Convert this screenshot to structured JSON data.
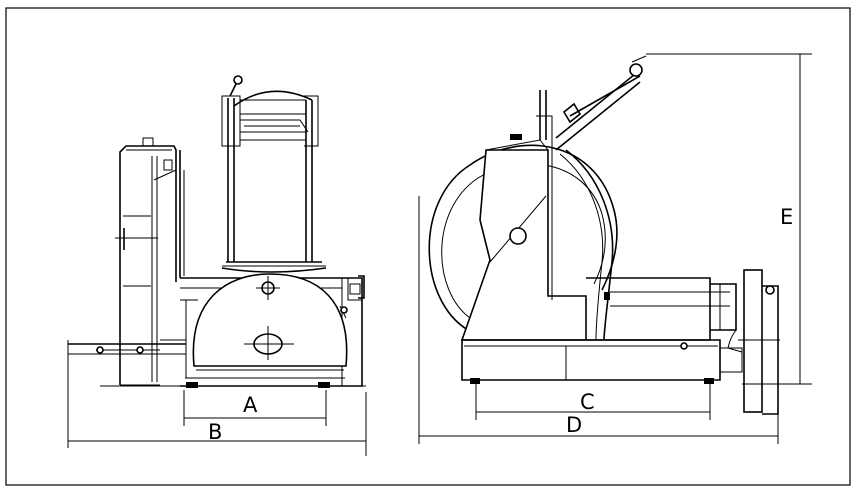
{
  "dimension_labels": {
    "a": "A",
    "b": "B",
    "c": "C",
    "d": "D",
    "e": "E"
  },
  "colors": {
    "line": "#000000",
    "background": "#ffffff"
  }
}
